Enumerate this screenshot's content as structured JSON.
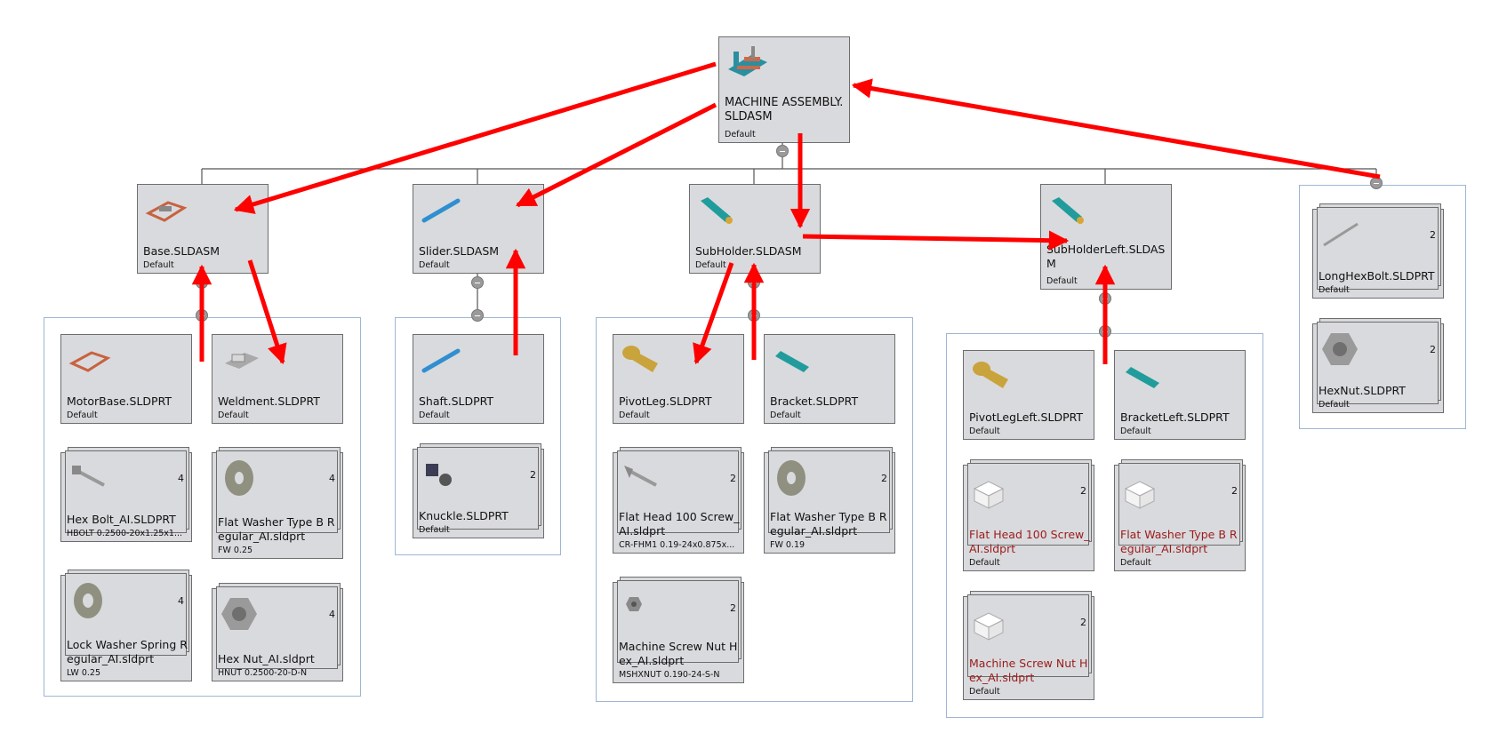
{
  "colors": {
    "arrow": "#ff0000",
    "node_bg": "#d9dadd",
    "group_border": "#9db6d4",
    "missing_text": "#9b1b1b"
  },
  "root": {
    "name": "MACHINE ASSEMBLY.SLDASM",
    "config": "Default",
    "icon": "machine-assembly-icon"
  },
  "assemblies": {
    "base": {
      "name": "Base.SLDASM",
      "config": "Default"
    },
    "slider": {
      "name": "Slider.SLDASM",
      "config": "Default"
    },
    "subholder": {
      "name": "SubHolder.SLDASM",
      "config": "Default"
    },
    "subholderleft": {
      "name": "SubHolderLeft.SLDASM",
      "config": "Default"
    }
  },
  "parts": {
    "motorbase": {
      "name": "MotorBase.SLDPRT",
      "config": "Default"
    },
    "weldment": {
      "name": "Weldment.SLDPRT",
      "config": "Default"
    },
    "hexbolt": {
      "name": "Hex Bolt_AI.SLDPRT",
      "config": "HBOLT 0.2500-20x1.25x1...",
      "qty": "4"
    },
    "flatwasher_base": {
      "name": "Flat Washer Type B Regular_AI.sldprt",
      "config": "FW 0.25",
      "qty": "4"
    },
    "lockwasher": {
      "name": "Lock Washer Spring Regular_AI.sldprt",
      "config": "LW 0.25",
      "qty": "4"
    },
    "hexnut_base": {
      "name": "Hex Nut_AI.sldprt",
      "config": "HNUT 0.2500-20-D-N",
      "qty": "4"
    },
    "shaft": {
      "name": "Shaft.SLDPRT",
      "config": "Default"
    },
    "knuckle": {
      "name": "Knuckle.SLDPRT",
      "config": "Default",
      "qty": "2"
    },
    "pivotleg": {
      "name": "PivotLeg.SLDPRT",
      "config": "Default"
    },
    "bracket": {
      "name": "Bracket.SLDPRT",
      "config": "Default"
    },
    "flathead_sub": {
      "name": "Flat Head 100 Screw_AI.sldprt",
      "config": "CR-FHM1 0.19-24x0.875x...",
      "qty": "2"
    },
    "flatwasher_sub": {
      "name": "Flat Washer Type B Regular_AI.sldprt",
      "config": "FW 0.19",
      "qty": "2"
    },
    "msnut_sub": {
      "name": "Machine Screw Nut Hex_AI.sldprt",
      "config": "MSHXNUT 0.190-24-S-N",
      "qty": "2"
    },
    "pivotlegleft": {
      "name": "PivotLegLeft.SLDPRT",
      "config": "Default"
    },
    "bracketleft": {
      "name": "BracketLeft.SLDPRT",
      "config": "Default"
    },
    "flathead_left": {
      "name": "Flat Head 100 Screw_AI.sldprt",
      "config": "Default",
      "qty": "2"
    },
    "flatwasher_left": {
      "name": "Flat Washer Type B Regular_AI.sldprt",
      "config": "Default",
      "qty": "2"
    },
    "msnut_left": {
      "name": "Machine Screw Nut Hex_AI.sldprt",
      "config": "Default",
      "qty": "2"
    },
    "longhexbolt": {
      "name": "LongHexBolt.SLDPRT",
      "config": "Default",
      "qty": "2"
    },
    "hexnut_root": {
      "name": "HexNut.SLDPRT",
      "config": "Default",
      "qty": "2"
    }
  }
}
